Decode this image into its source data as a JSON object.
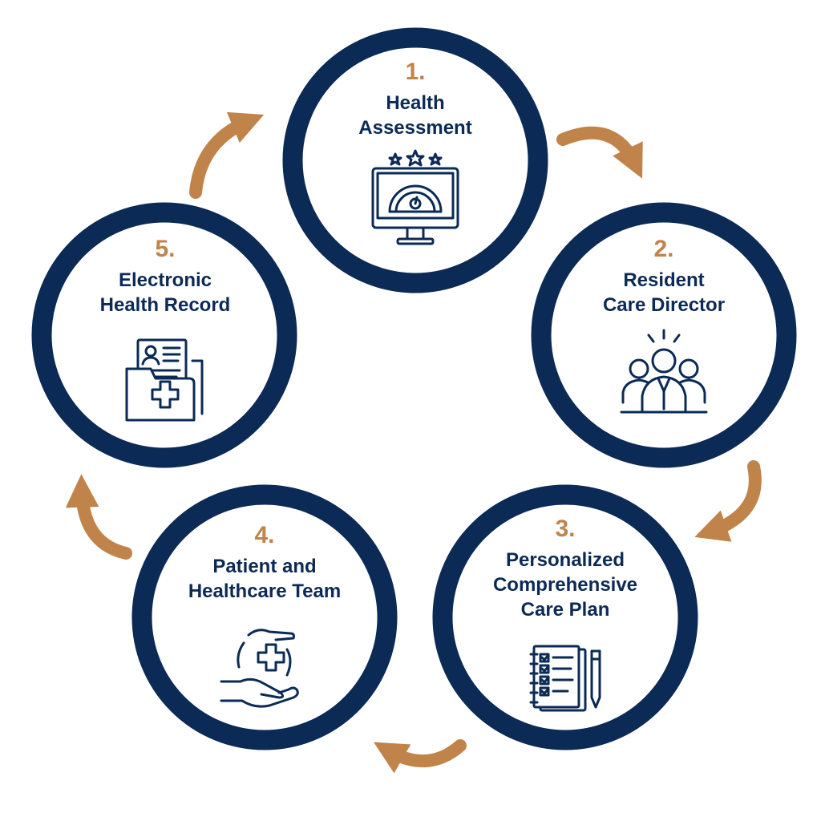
{
  "colors": {
    "navy": "#0b2a55",
    "accent": "#c0834a",
    "background": "#ffffff"
  },
  "steps": [
    {
      "number": "1.",
      "line1": "Health",
      "line2": "Assessment",
      "line3": "",
      "icon": "monitor-gauge-rating-icon"
    },
    {
      "number": "2.",
      "line1": "Resident",
      "line2": "Care Director",
      "line3": "",
      "icon": "team-leader-icon"
    },
    {
      "number": "3.",
      "line1": "Personalized",
      "line2": "Comprehensive",
      "line3": "Care Plan",
      "icon": "checklist-notebook-pen-icon"
    },
    {
      "number": "4.",
      "line1": "Patient and",
      "line2": "Healthcare Team",
      "line3": "",
      "icon": "hands-medical-cross-icon"
    },
    {
      "number": "5.",
      "line1": "Electronic",
      "line2": "Health Record",
      "line3": "",
      "icon": "medical-folder-icon"
    }
  ]
}
